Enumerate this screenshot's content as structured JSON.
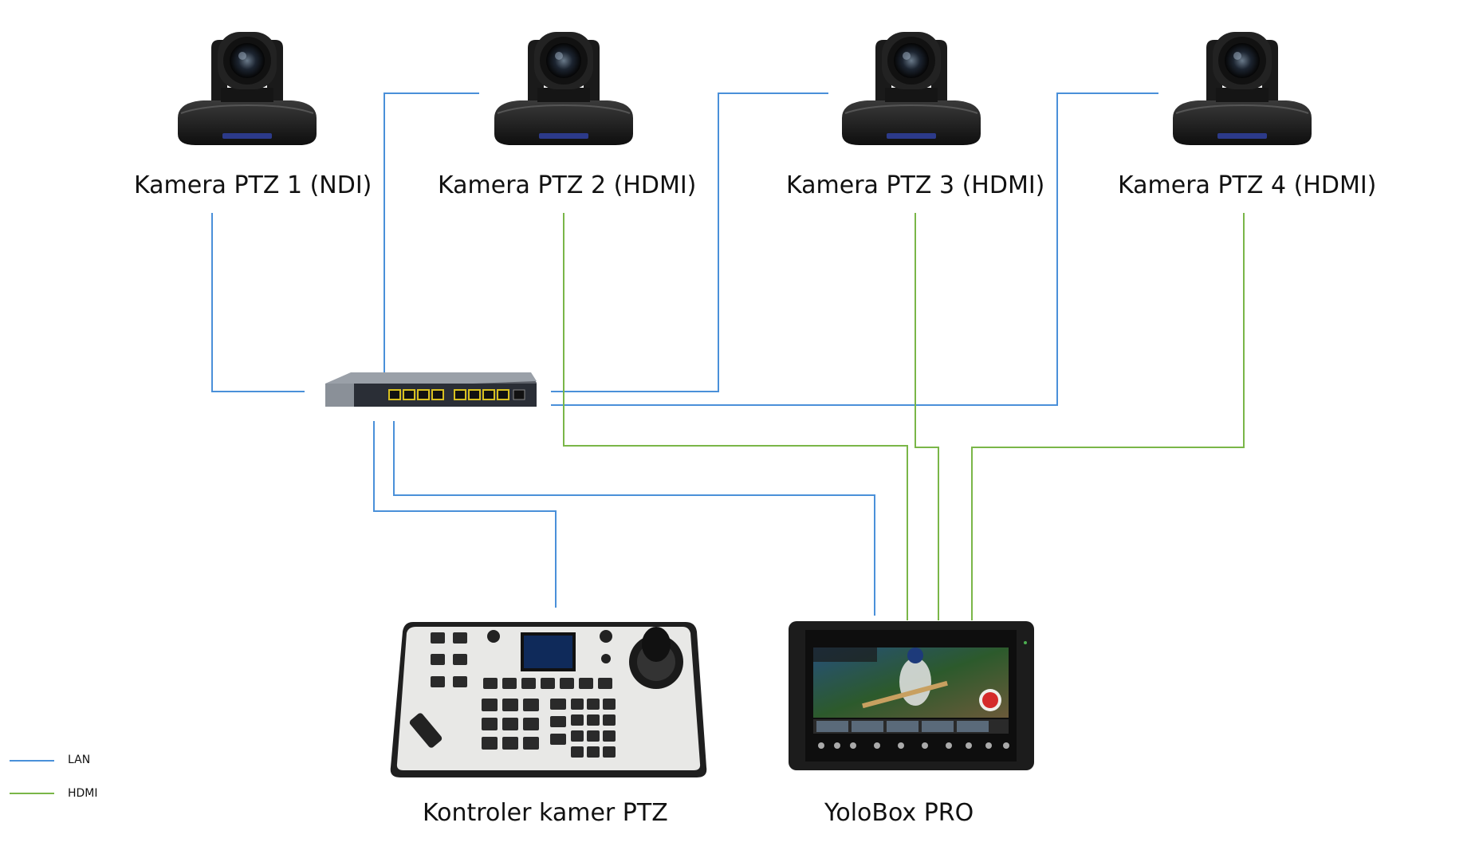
{
  "cameras": [
    {
      "label": "Kamera PTZ 1 (NDI)"
    },
    {
      "label": "Kamera PTZ 2 (HDMI)"
    },
    {
      "label": "Kamera PTZ 3 (HDMI)"
    },
    {
      "label": "Kamera PTZ 4 (HDMI)"
    }
  ],
  "devices": {
    "controller": {
      "label": "Kontroler kamer PTZ"
    },
    "yolobox": {
      "label": "YoloBox PRO"
    }
  },
  "legend": [
    {
      "label": "LAN",
      "color": "#4a90d9"
    },
    {
      "label": "HDMI",
      "color": "#7ab648"
    }
  ],
  "colors": {
    "lan": "#4a90d9",
    "hdmi": "#7ab648"
  },
  "icons": {
    "camera": "ptz-camera-icon",
    "switch": "network-switch-icon",
    "controller": "ptz-controller-icon",
    "yolobox": "yolobox-device-icon"
  }
}
